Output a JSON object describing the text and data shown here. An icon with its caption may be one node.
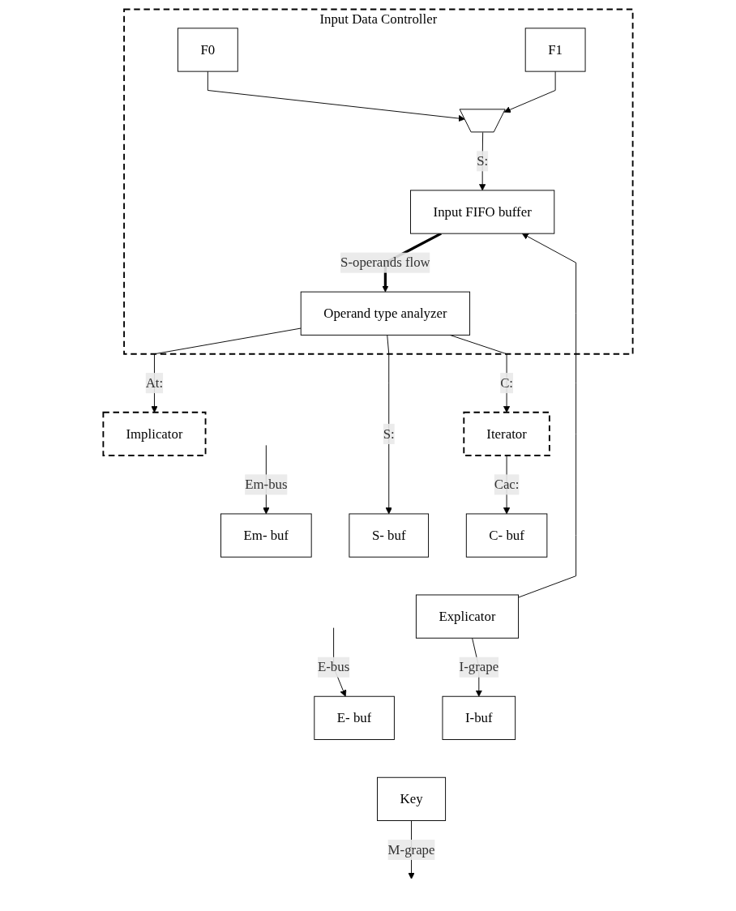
{
  "diagram": {
    "nodes": [
      {
        "text": [
          "Input Data Controller"
        ]
      },
      {
        "text": [
          "F0"
        ],
        "in": 0
      },
      {
        "text": [
          "F1"
        ],
        "in": 0
      },
      {
        "text": [],
        "shape": "trapezoid",
        "in": 0
      },
      {
        "text": [
          "Input FIFO buffer"
        ],
        "in": 0
      },
      {
        "text": [
          "Operand type analyzer"
        ],
        "in": 0
      },
      {
        "text": [
          "Implicator"
        ]
      },
      {
        "text": [
          "Iterator"
        ]
      },
      {
        "text": [
          "Em- buf"
        ]
      },
      {
        "text": [
          "S- buf"
        ]
      },
      {
        "text": [
          "C- buf"
        ]
      },
      {
        "text": [
          "Explicator"
        ]
      },
      {
        "text": [
          "E- buf"
        ]
      },
      {
        "text": [
          "I-buf"
        ]
      },
      {
        "text": [
          "Key"
        ]
      }
    ],
    "edges": [
      {
        "from": 1,
        "to": 3,
        "arrow": "to"
      },
      {
        "from": 2,
        "to": 3,
        "arrow": "to"
      },
      {
        "from": 3,
        "to": 4,
        "arrow": "to",
        "label": "S:"
      },
      {
        "from": 4,
        "to": 5,
        "arrow": "to",
        "label": "S-operands flow",
        "style": "thick"
      },
      {
        "from": 5,
        "to": 6,
        "arrow": "to",
        "label": "At:"
      },
      {
        "from": 5,
        "to": 7,
        "arrow": "to",
        "label": "C:"
      },
      {
        "from": 5,
        "to": 9,
        "arrow": "to",
        "label": "S:"
      },
      {
        "from": 7,
        "to": 10,
        "arrow": "to",
        "label": "Cac:"
      },
      {
        "from": 11,
        "to": 4,
        "arrow": "to"
      },
      {
        "from": null,
        "to": 8,
        "arrow": "to",
        "label": "Em-bus"
      },
      {
        "from": 11,
        "to": 13,
        "arrow": "to",
        "label": "I-grape"
      },
      {
        "from": null,
        "to": 12,
        "arrow": "to",
        "label": "E-bus"
      },
      {
        "from": 14,
        "to": null,
        "arrow": "to",
        "label": "M-grape"
      }
    ]
  }
}
